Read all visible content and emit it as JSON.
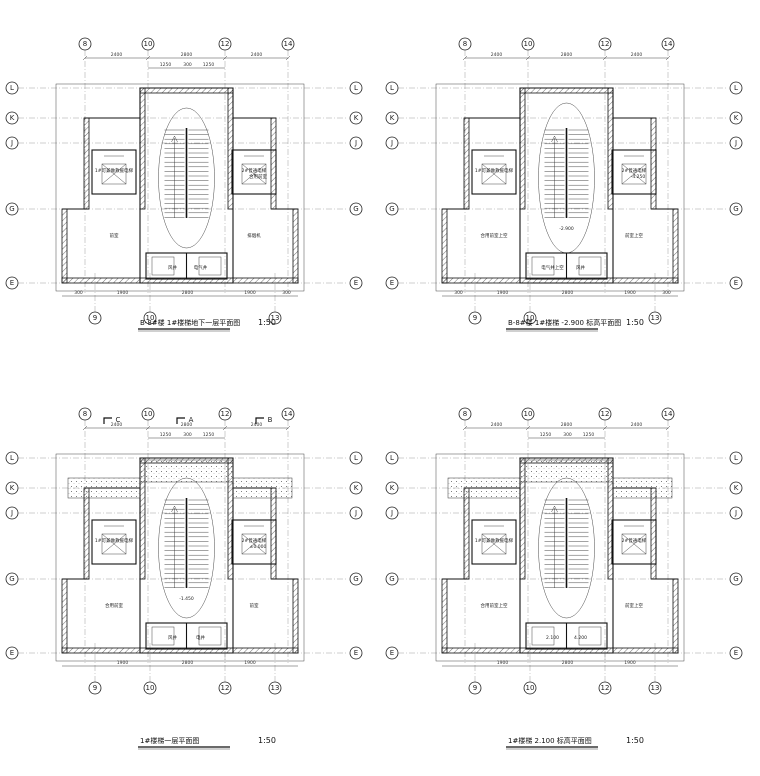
{
  "panels": [
    {
      "id": "p1",
      "title": "B-8#楼 1#楼梯地下一层平面图",
      "scale": "1:50",
      "top_axes": [
        "8",
        "10",
        "12",
        "14"
      ],
      "bottom_axes": [
        "9",
        "10",
        "13"
      ],
      "left_axes": [
        "L",
        "K",
        "J",
        "G",
        "E"
      ],
      "right_axes": [
        "L",
        "K",
        "J",
        "G",
        "E"
      ],
      "top_dims": [
        "2400",
        "2800",
        "2400"
      ],
      "top_sub_dims": [
        "1250",
        "300",
        "1250"
      ],
      "bottom_dims": [
        "300",
        "1900",
        "2800",
        "1900",
        "300"
      ],
      "rooms": [
        "1#可兼做救援电梯",
        "2#普通电梯",
        "前室",
        "排烟机",
        "风井",
        "电气井",
        "合用前室"
      ]
    },
    {
      "id": "p2",
      "title": "B-8#楼 1#楼梯 -2.900 标高平面图",
      "scale": "1:50",
      "top_axes": [
        "8",
        "10",
        "12",
        "14"
      ],
      "bottom_axes": [
        "9",
        "10",
        "13"
      ],
      "left_axes": [
        "L",
        "K",
        "J",
        "G",
        "E"
      ],
      "right_axes": [
        "L",
        "K",
        "J",
        "G",
        "E"
      ],
      "top_dims": [
        "2400",
        "2800",
        "2400"
      ],
      "bottom_dims": [
        "300",
        "1900",
        "2800",
        "1900",
        "300"
      ],
      "rooms": [
        "1#可兼做救援电梯",
        "2#普通电梯",
        "合用前室上空",
        "前室上空",
        "电气井上空",
        "风井",
        "-4.250",
        "-2.900"
      ]
    },
    {
      "id": "p3",
      "title": "1#楼梯一层平面图",
      "scale": "1:50",
      "top_axes": [
        "8",
        "10",
        "12",
        "14"
      ],
      "bottom_axes": [
        "9",
        "10",
        "12",
        "13"
      ],
      "left_axes": [
        "L",
        "K",
        "J",
        "G",
        "E"
      ],
      "right_axes": [
        "L",
        "K",
        "J",
        "G",
        "E"
      ],
      "top_dims": [
        "2400",
        "2800",
        "2400"
      ],
      "top_sub_dims": [
        "1250",
        "300",
        "1250"
      ],
      "bottom_dims": [
        "1900",
        "2800",
        "1900"
      ],
      "section_marks": [
        "C",
        "A",
        "B"
      ],
      "rooms": [
        "1#可兼做救援电梯",
        "2#普通电梯",
        "合用前室",
        "前室",
        "风井",
        "电井",
        "±0.000",
        "-1.450"
      ]
    },
    {
      "id": "p4",
      "title": "1#楼梯 2.100 标高平面图",
      "scale": "1:50",
      "top_axes": [
        "8",
        "10",
        "12",
        "14"
      ],
      "bottom_axes": [
        "9",
        "10",
        "12",
        "13"
      ],
      "left_axes": [
        "L",
        "K",
        "J",
        "G",
        "E"
      ],
      "right_axes": [
        "L",
        "K",
        "J",
        "G",
        "E"
      ],
      "top_dims": [
        "2400",
        "2800",
        "2400"
      ],
      "top_sub_dims": [
        "1250",
        "300",
        "1250"
      ],
      "bottom_dims": [
        "1900",
        "2800",
        "1900"
      ],
      "rooms": [
        "1#可兼做救援电梯",
        "2#普通电梯",
        "合用前室上空",
        "前室上空",
        "2.100",
        "4.200"
      ]
    }
  ]
}
